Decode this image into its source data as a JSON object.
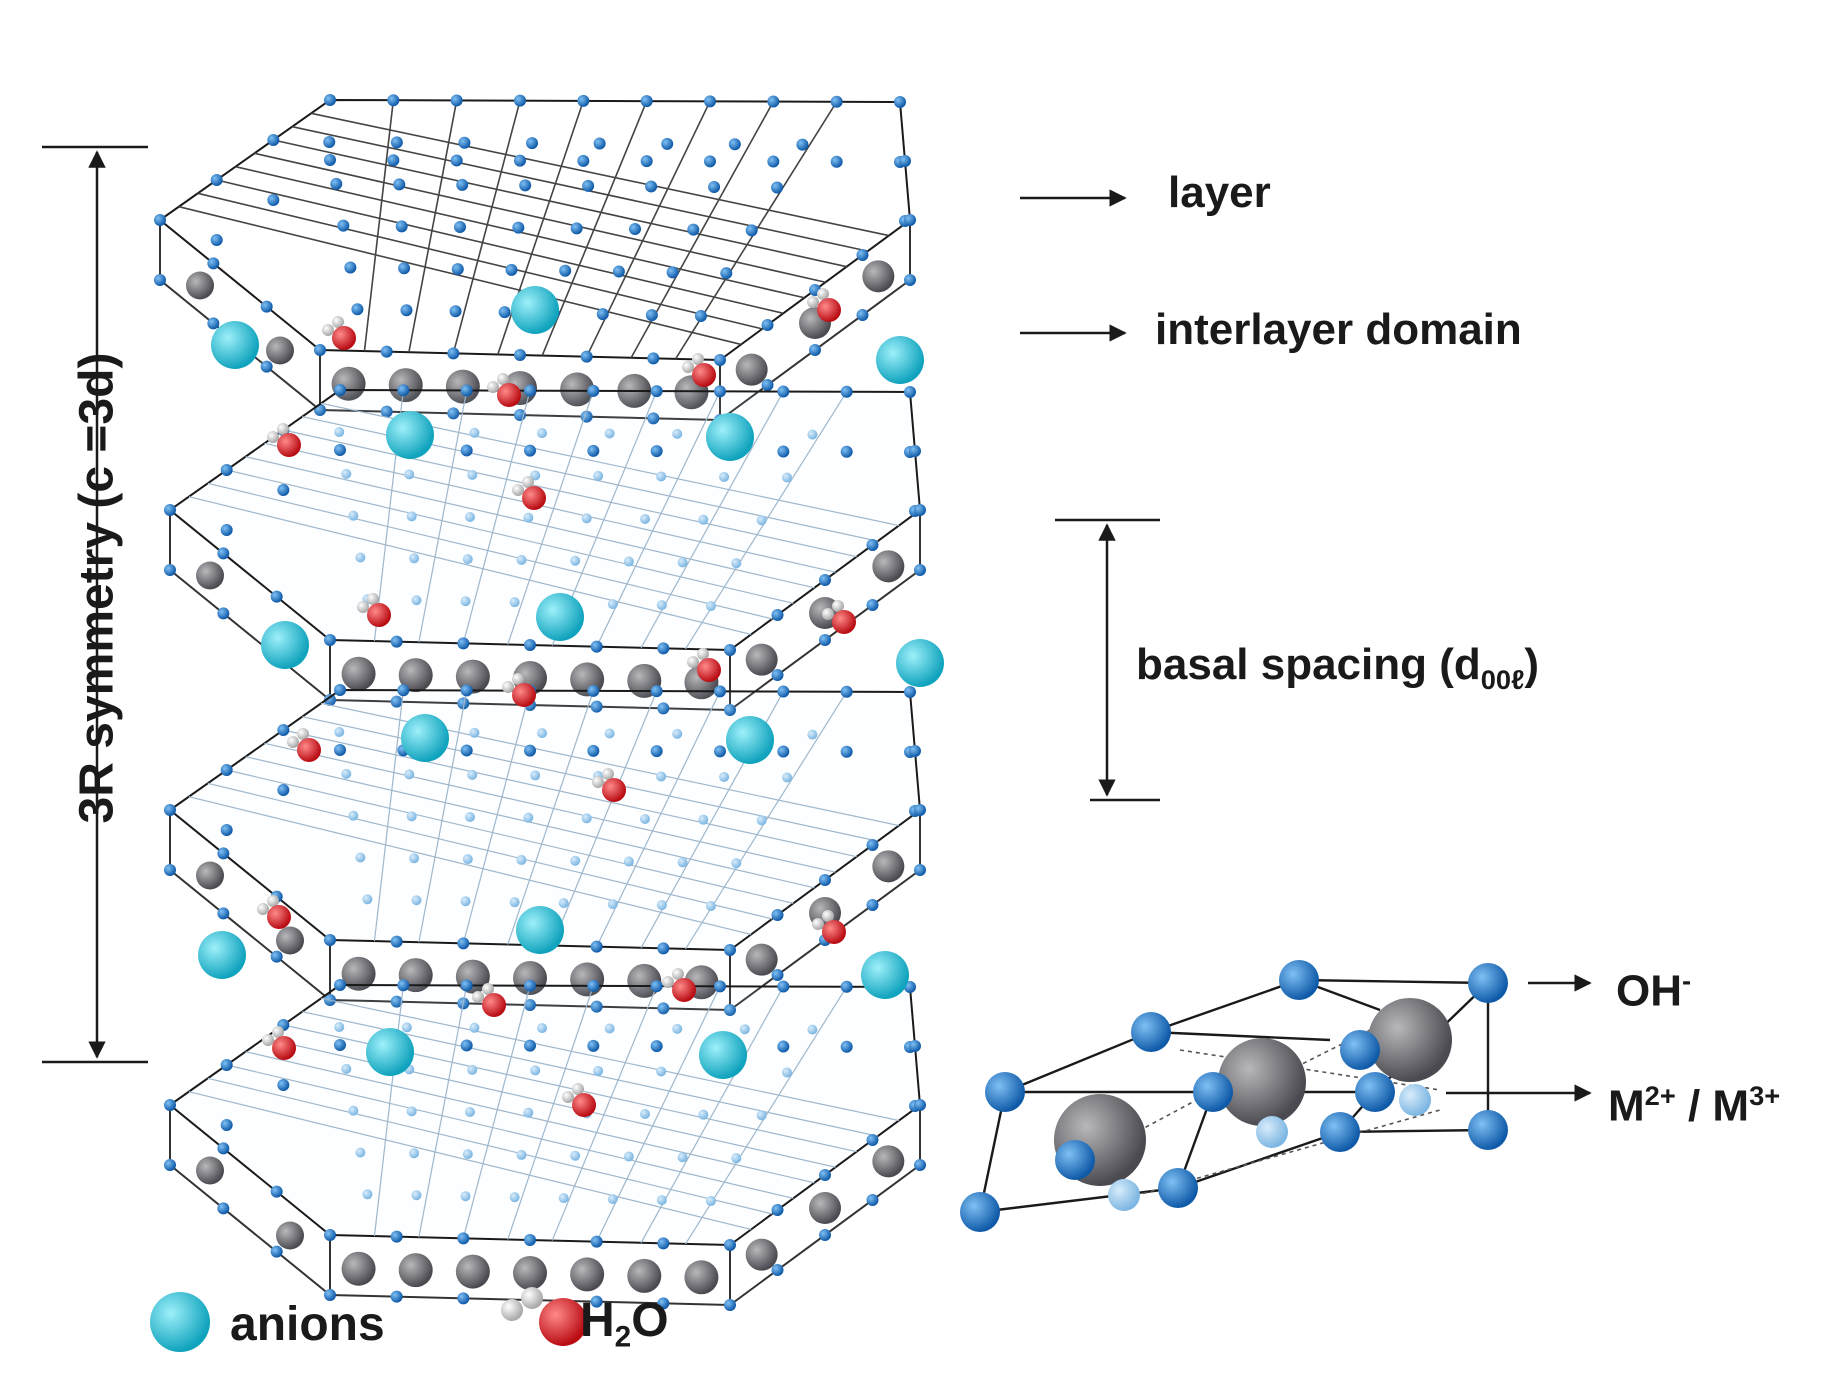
{
  "labels": {
    "vertical": "3R symmetry (c =3d)",
    "layer": "layer",
    "interlayer": "interlayer domain",
    "basal_main": "basal spacing (d",
    "basal_sub": "00ℓ",
    "basal_close": ")",
    "oh_main": "OH",
    "oh_sup": "-",
    "m2_main": "M",
    "m2_sup": "2+",
    "m_sep": " / M",
    "m3_sup": "3+",
    "anions": "anions",
    "h2o_h": "H",
    "h2o_sub": "2",
    "h2o_o": "O"
  },
  "colors": {
    "oh_node": "#1e73c8",
    "light_node": "#8fc4ec",
    "metal": "#6e6e73",
    "anion": "#22b9cf",
    "water_o": "#e0141e",
    "water_h": "#e6e6e6",
    "line": "#1a1a1a"
  },
  "structure": {
    "layers": 4,
    "anions_per_gallery": 4,
    "water_per_gallery": 5
  }
}
